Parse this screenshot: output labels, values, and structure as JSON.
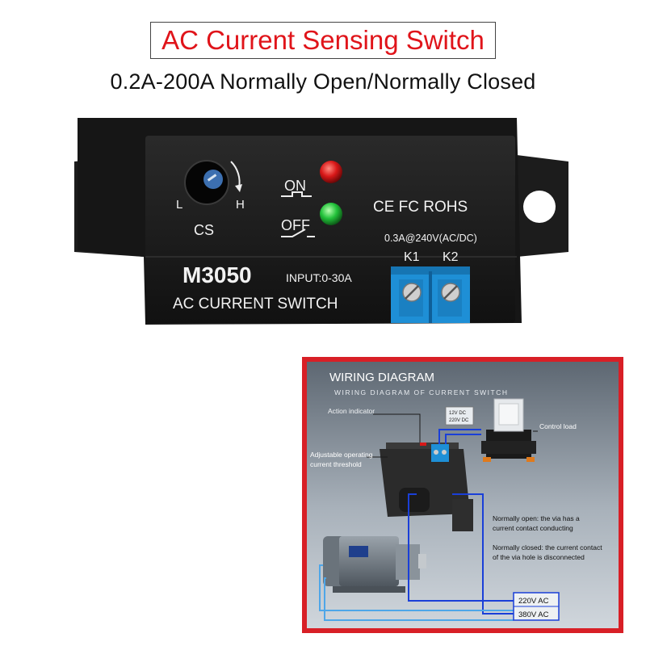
{
  "title": "AC Current Sensing Switch",
  "subtitle": "0.2A-200A  Normally Open/Normally Closed",
  "device": {
    "knob_low": "L",
    "knob_high": "H",
    "knob_label": "CS",
    "on_label": "ON",
    "off_label": "OFF",
    "certifications": "CE FC ROHS",
    "rating": "0.3A@240V(AC/DC)",
    "terminal_1": "K1",
    "terminal_2": "K2",
    "model": "M3050",
    "input_spec": "INPUT:0-30A",
    "product_name": "AC CURRENT SWITCH",
    "led_on_color": "#d81818",
    "led_off_color": "#22c23a",
    "terminal_color": "#1e8fd6"
  },
  "wiring": {
    "title": "WIRING DIAGRAM",
    "subtitle": "WIRING DIAGRAM OF CURRENT SWITCH",
    "action_indicator": "Action indicator",
    "supply_1": "12V DC",
    "supply_2": "220V DC",
    "control_load": "Control load",
    "threshold_1": "Adjustable operating",
    "threshold_2": "current threshold",
    "no_1": "Normally open: the via has a",
    "no_2": "current contact conducting",
    "nc_1": "Normally closed: the current contact",
    "nc_2": "of the via hole is disconnected",
    "voltage_1": "220V AC",
    "voltage_2": "380V AC",
    "frame_color": "#d81f26",
    "wire_color": "#1a3fd8"
  }
}
